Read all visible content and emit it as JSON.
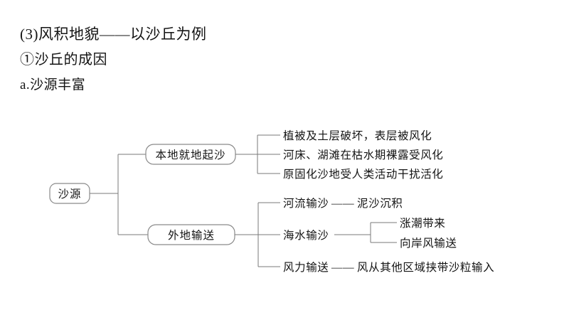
{
  "document": {
    "headings": [
      "(3)风积地貌——以沙丘为例",
      "①沙丘的成因",
      "a.沙源丰富"
    ]
  },
  "diagram": {
    "type": "tree",
    "root": "沙源",
    "nodes": {
      "root_label": "沙源",
      "branch1_label": "本地就地起沙",
      "branch2_label": "外地输送"
    },
    "branch1_leaves": [
      "植被及土层破坏，表层被风化",
      "河床、湖滩在枯水期裸露受风化",
      "原固化沙地受人类活动干扰活化"
    ],
    "branch2_leaves": [
      {
        "label": "河流输沙",
        "separator": "——",
        "result": "泥沙沉积"
      },
      {
        "label": "海水输沙",
        "separator": "",
        "result": ""
      },
      {
        "label": "风力输送",
        "separator": "——",
        "result": "风从其他区域挟带沙粒输入"
      }
    ],
    "seawater_subleaves": [
      "涨潮带来",
      "向岸风输送"
    ],
    "colors": {
      "connector": "#7a7a7a",
      "box_border": "#8a8a8a",
      "text": "#141414",
      "background": "#ffffff"
    }
  }
}
